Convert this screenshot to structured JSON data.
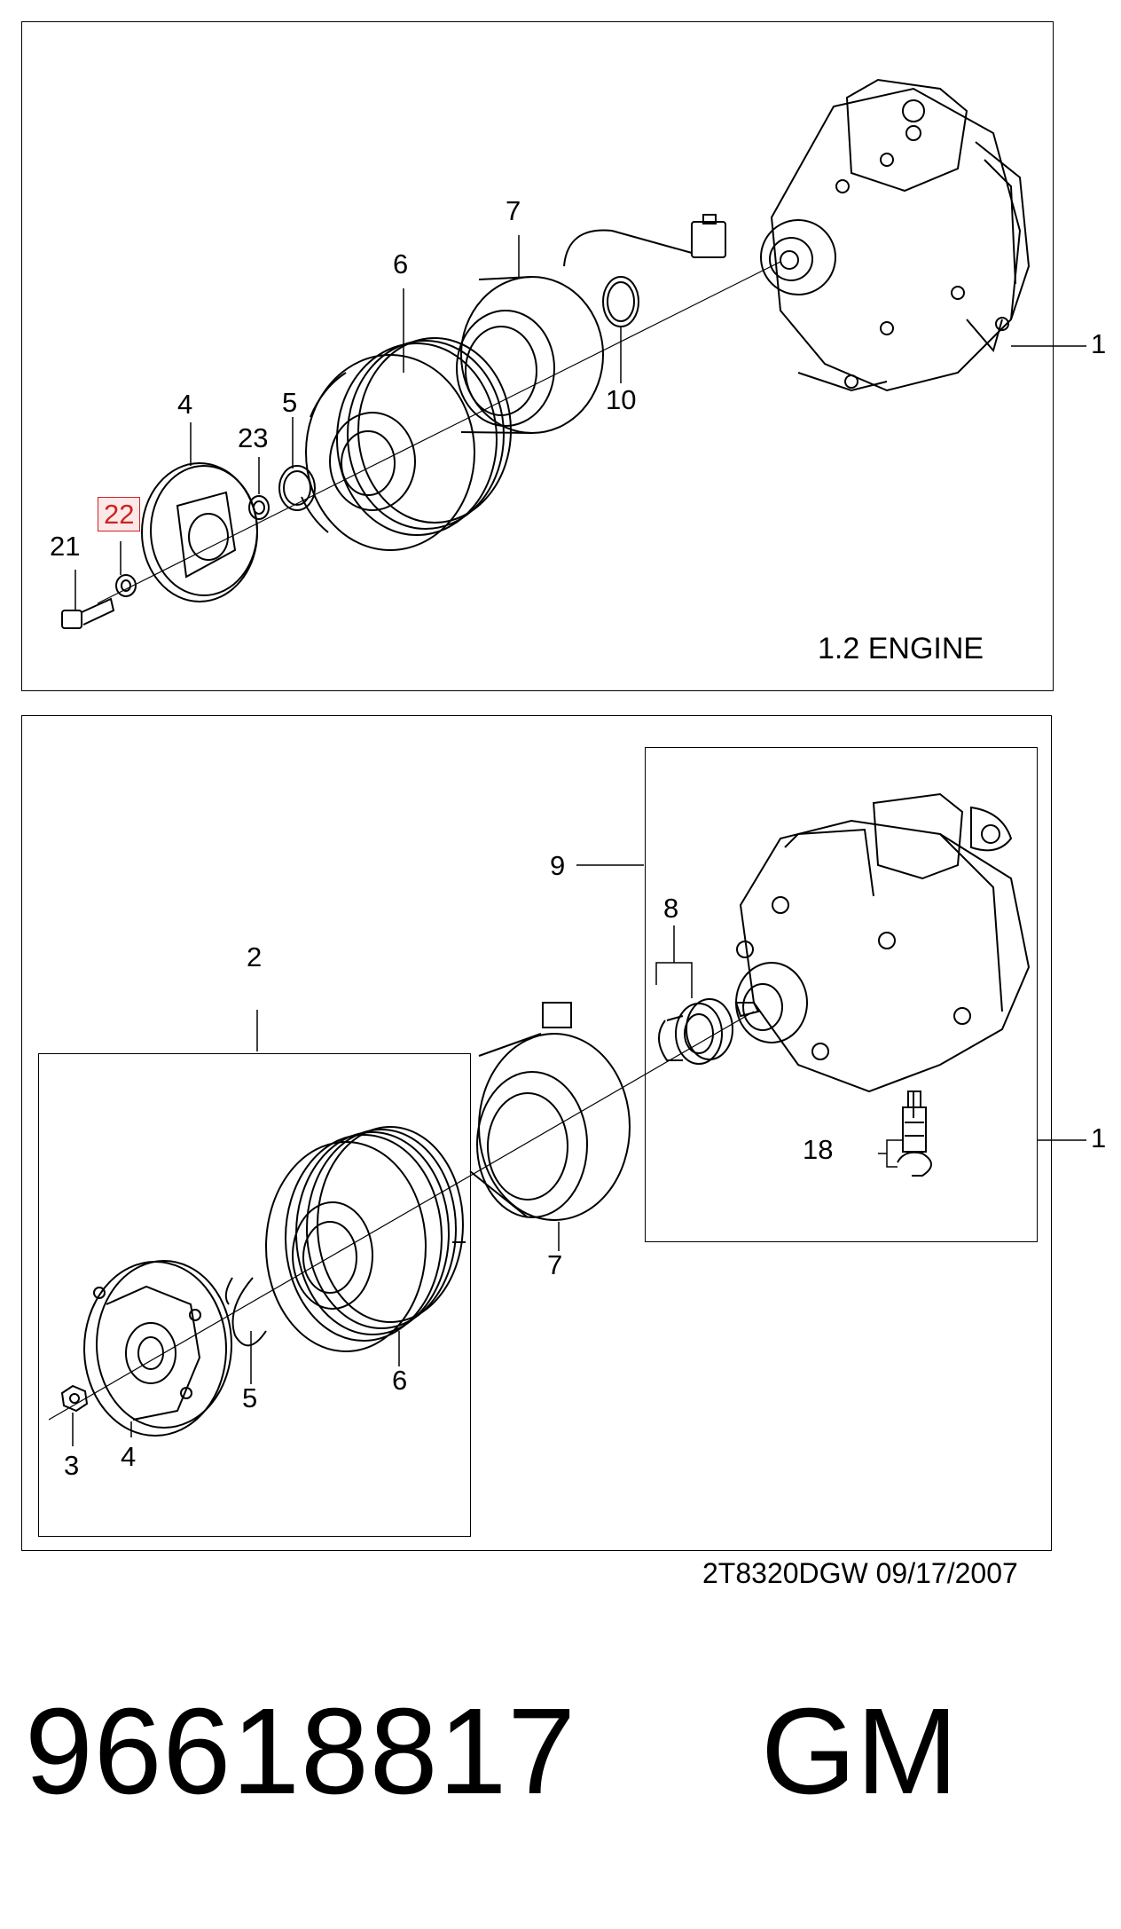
{
  "top_panel": {
    "engine_note": "1.2 ENGINE",
    "callouts": {
      "assembly": "1",
      "pulley": "6",
      "coil": "7",
      "snap_ring_10": "10",
      "plate": "4",
      "snap_ring_5": "5",
      "shim": "23",
      "washer_selected": "22",
      "bolt": "21"
    }
  },
  "bottom_panel": {
    "callouts": {
      "compressor_group": "9",
      "seal_kit": "8",
      "clutch_group": "2",
      "coil": "7",
      "valve_kit": "18",
      "assembly": "1",
      "pulley": "6",
      "snap_ring": "5",
      "plate": "4",
      "nut": "3"
    }
  },
  "footer": {
    "drawing_code": "2T8320DGW  09/17/2007",
    "part_number": "96618817",
    "brand": "GM"
  },
  "colors": {
    "line": "#000000",
    "highlight": "#cc2222",
    "highlight_fill": "#fde8e8"
  }
}
